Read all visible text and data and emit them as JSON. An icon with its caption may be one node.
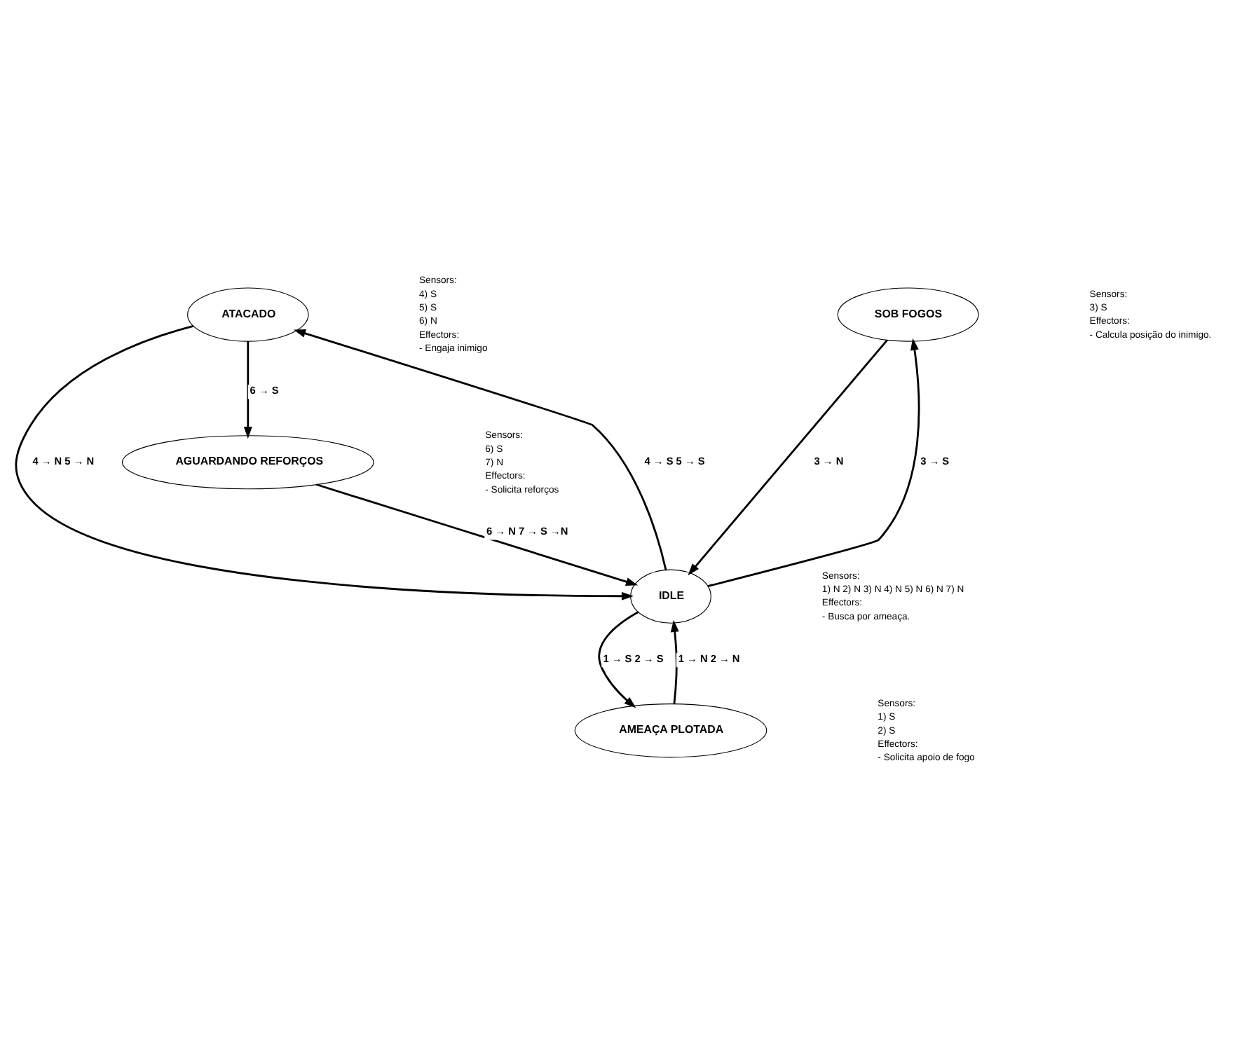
{
  "diagram": {
    "nodes": [
      {
        "text": [
          "ATACADO"
        ],
        "beside": [
          "Sensors:",
          "4) S",
          "5) S",
          "6) N",
          "Effectors:",
          "- Engaja inimigo"
        ]
      },
      {
        "text": [
          "SOB FOGOS"
        ],
        "beside": [
          "Sensors:",
          "3) S",
          "Effectors:",
          "- Calcula posição do inimigo."
        ]
      },
      {
        "text": [
          "AMEAÇA PLOTADA"
        ],
        "beside": [
          "Sensors:",
          "1) S",
          "2) S",
          "Effectors:",
          "- Solicita apoio de fogo"
        ]
      },
      {
        "text": [
          "IDLE"
        ],
        "beside": [
          "Sensors:",
          "1) N 2) N 3) N 4) N 5) N 6) N 7) N",
          "Effectors:",
          "- Busca por ameaça."
        ]
      },
      {
        "text": [
          "AGUARDANDO REFORÇOS"
        ],
        "beside": [
          "Sensors:",
          "6) S",
          "7) N",
          "Effectors:",
          "- Solicita reforços"
        ]
      }
    ],
    "edges": [
      {
        "from": 0,
        "to": 3,
        "arrow": "to",
        "label": "4 → N 5 → N"
      },
      {
        "from": 3,
        "to": 0,
        "arrow": "to",
        "label": "4 → S 5 → S"
      },
      {
        "from": 0,
        "to": 4,
        "arrow": "to",
        "label": "6 → S"
      },
      {
        "from": 4,
        "to": 3,
        "arrow": "to",
        "label": "6 → N 7 → S →N"
      },
      {
        "from": 3,
        "to": 1,
        "arrow": "to",
        "label": "3 → S"
      },
      {
        "from": 1,
        "to": 3,
        "arrow": "to",
        "label": "3 → N"
      },
      {
        "from": 3,
        "to": 2,
        "arrow": "to",
        "label": "1 → S 2 → S"
      },
      {
        "from": 2,
        "to": 3,
        "arrow": "to",
        "label": "1 → N 2 → N"
      }
    ]
  }
}
